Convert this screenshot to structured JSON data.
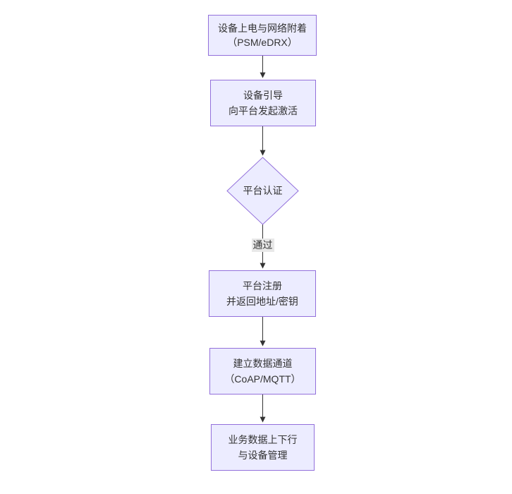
{
  "diagram": {
    "type": "flowchart",
    "direction": "top-down",
    "colors": {
      "node_fill": "#ECECFF",
      "node_border": "#9370DB",
      "edge_line": "#333333",
      "text": "#333333",
      "edge_label_bg": "#e8e8e8",
      "background": "#ffffff"
    },
    "nodes": [
      {
        "id": "power-attach",
        "shape": "rect",
        "lines": [
          "设备上电与网络附着",
          "（PSM/eDRX）"
        ]
      },
      {
        "id": "bootstrap",
        "shape": "rect",
        "lines": [
          "设备引导",
          "向平台发起激活"
        ]
      },
      {
        "id": "platform-auth",
        "shape": "diamond",
        "lines": [
          "平台认证"
        ]
      },
      {
        "id": "register",
        "shape": "rect",
        "lines": [
          "平台注册",
          "并返回地址/密钥"
        ]
      },
      {
        "id": "data-channel",
        "shape": "rect",
        "lines": [
          "建立数据通道",
          "（CoAP/MQTT）"
        ]
      },
      {
        "id": "business-data",
        "shape": "rect",
        "lines": [
          "业务数据上下行",
          "与设备管理"
        ]
      }
    ],
    "edges": [
      {
        "from": "power-attach",
        "to": "bootstrap",
        "label": ""
      },
      {
        "from": "bootstrap",
        "to": "platform-auth",
        "label": ""
      },
      {
        "from": "platform-auth",
        "to": "register",
        "label": "通过"
      },
      {
        "from": "register",
        "to": "data-channel",
        "label": ""
      },
      {
        "from": "data-channel",
        "to": "business-data",
        "label": ""
      }
    ]
  }
}
